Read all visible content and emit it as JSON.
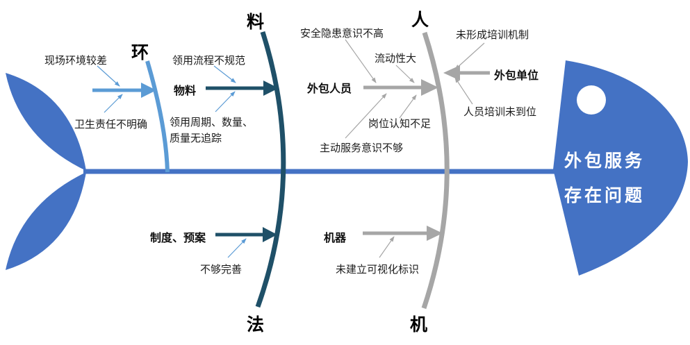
{
  "head": {
    "line1": "外包服务",
    "line2": "存在问题"
  },
  "categories": {
    "env": "环",
    "material": "料",
    "people": "人",
    "method": "法",
    "machine": "机"
  },
  "env": {
    "cause_top": "现场环境较差",
    "cause_bottom": "卫生责任不明确"
  },
  "material": {
    "label": "物料",
    "cause_top": "领用流程不规范",
    "cause_bottom_1": "领用周期、数量、",
    "cause_bottom_2": "质量无追踪"
  },
  "people": {
    "label": "外包人员",
    "cause_safety": "安全隐患意识不高",
    "cause_mobility": "流动性大",
    "cause_role": "岗位认知不足",
    "cause_service": "主动服务意识不够"
  },
  "vendor": {
    "label": "外包单位",
    "cause_top": "未形成培训机制",
    "cause_bottom": "人员培训未到位"
  },
  "method": {
    "label": "制度、预案",
    "cause": "不够完善"
  },
  "machine": {
    "label": "机器",
    "cause": "未建立可视化标识"
  },
  "colors": {
    "spine_blue": "#4472C4",
    "light_blue": "#5B9BD5",
    "dark_steel": "#1F5068",
    "gray": "#A6A6A6",
    "white": "#FFFFFF"
  }
}
